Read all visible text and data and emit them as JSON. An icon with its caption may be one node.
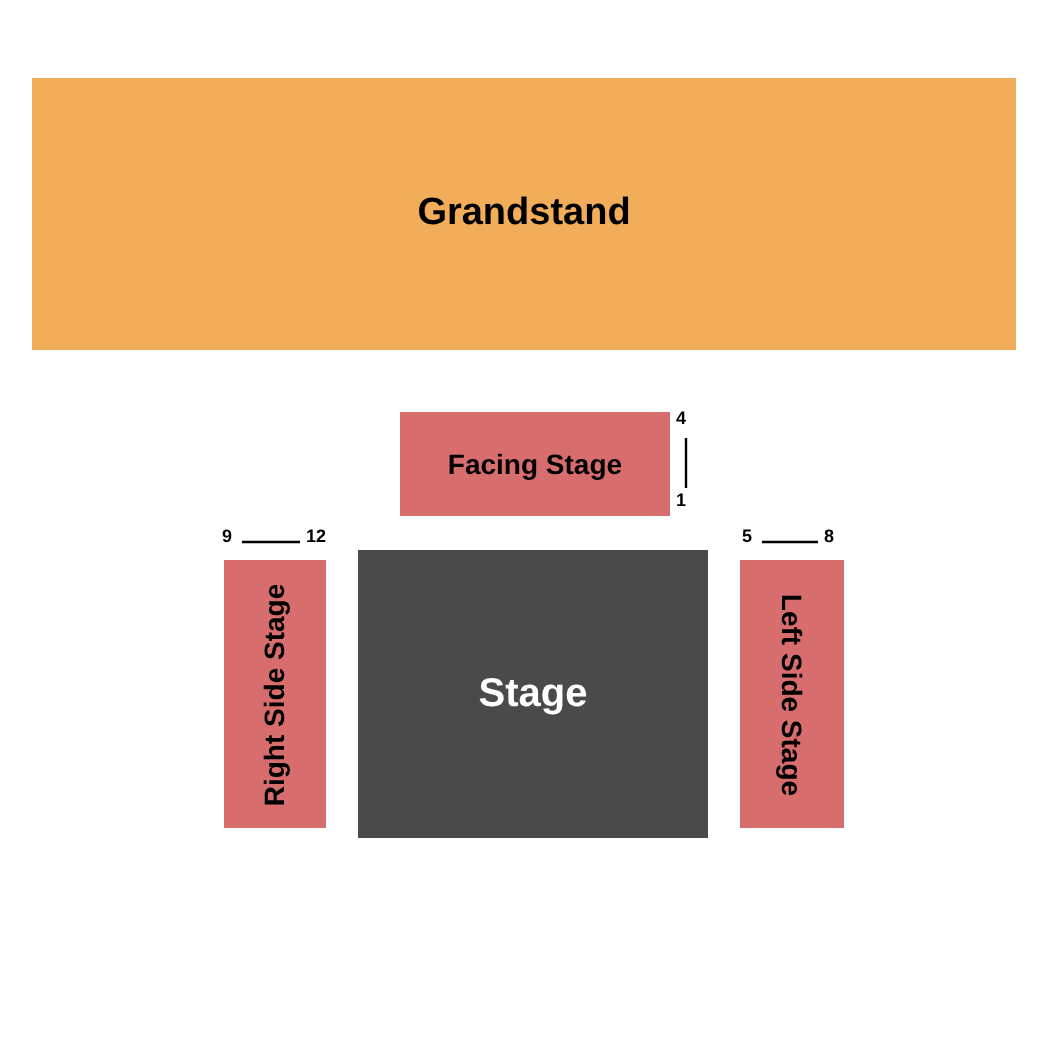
{
  "diagram": {
    "nodes": [
      {
        "text": [
          "Grandstand"
        ]
      },
      {
        "text": [
          "Facing Stage"
        ]
      },
      {
        "text": [
          "Right Side Stage"
        ]
      },
      {
        "text": [
          "Stage"
        ]
      },
      {
        "text": [
          "Left Side Stage"
        ]
      }
    ],
    "labels": [
      "4",
      "1",
      "9",
      "12",
      "5",
      "8"
    ]
  }
}
